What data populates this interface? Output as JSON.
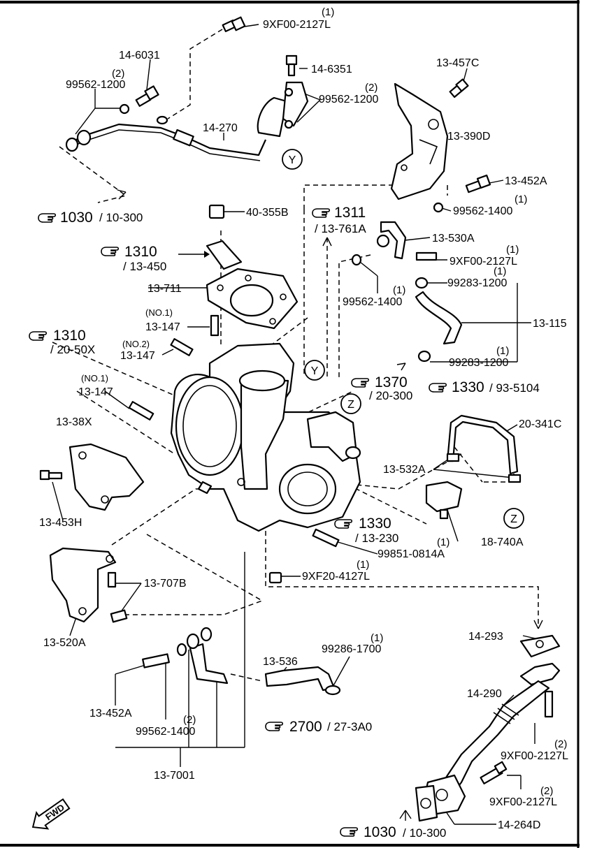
{
  "parts": {
    "p_9XF00_2127L_top": "9XF00-2127L",
    "p_9XF00_2127L_top_qty": "(1)",
    "p_14_6031": "14-6031",
    "p_99562_1200_left": "99562-1200",
    "p_99562_1200_left_qty": "(2)",
    "p_14_6351": "14-6351",
    "p_99562_1200_right": "99562-1200",
    "p_99562_1200_right_qty": "(2)",
    "p_14_270": "14-270",
    "p_13_457C": "13-457C",
    "p_13_390D": "13-390D",
    "p_13_452A_top": "13-452A",
    "p_99562_1400_top": "99562-1400",
    "p_99562_1400_top_qty": "(1)",
    "p_40_355B": "40-355B",
    "p_13_530A": "13-530A",
    "p_9XF00_2127L_mid": "9XF00-2127L",
    "p_9XF00_2127L_mid_qty": "(1)",
    "p_99283_1200_a": "99283-1200",
    "p_99283_1200_a_qty": "(1)",
    "p_99562_1400_mid": "99562-1400",
    "p_99562_1400_mid_qty": "(1)",
    "p_13_711": "13-711",
    "p_13_147_no1_a": "13-147",
    "p_13_147_no1_a_tag": "(NO.1)",
    "p_13_147_no2": "13-147",
    "p_13_147_no2_tag": "(NO.2)",
    "p_13_115": "13-115",
    "p_99283_1200_b": "99283-1200",
    "p_99283_1200_b_qty": "(1)",
    "p_13_147_no1_b": "13-147",
    "p_13_147_no1_b_tag": "(NO.1)",
    "p_13_38X": "13-38X",
    "p_20_341C": "20-341C",
    "p_13_532A": "13-532A",
    "p_13_453H": "13-453H",
    "p_18_740A": "18-740A",
    "p_99851_0814A": "99851-0814A",
    "p_99851_0814A_qty": "(1)",
    "p_9XF20_4127L": "9XF20-4127L",
    "p_9XF20_4127L_qty": "(1)",
    "p_13_707B": "13-707B",
    "p_13_520A": "13-520A",
    "p_14_293": "14-293",
    "p_13_536": "13-536",
    "p_99286_1700": "99286-1700",
    "p_99286_1700_qty": "(1)",
    "p_14_290": "14-290",
    "p_13_452A_bottom": "13-452A",
    "p_99562_1400_bottom": "99562-1400",
    "p_99562_1400_bottom_qty": "(2)",
    "p_9XF00_2127L_b1": "9XF00-2127L",
    "p_9XF00_2127L_b1_qty": "(2)",
    "p_13_7001": "13-7001",
    "p_9XF00_2127L_b2": "9XF00-2127L",
    "p_9XF00_2127L_b2_qty": "(2)",
    "p_14_264D": "14-264D"
  },
  "refs": {
    "r_1030_top": "1030",
    "r_1030_top_sub": "/ 10-300",
    "r_1311": "1311",
    "r_1311_sub": "/ 13-761A",
    "r_1310_a": "1310",
    "r_1310_a_sub": "/ 13-450",
    "r_1310_b": "1310",
    "r_1310_b_sub": "/ 20-50X",
    "r_1370": "1370",
    "r_1370_sub": "/ 20-300",
    "r_1330_a": "1330",
    "r_1330_a_sub": "/ 93-5104",
    "r_1330_b": "1330",
    "r_1330_b_sub": "/ 13-230",
    "r_2700": "2700",
    "r_2700_sub": "/ 27-3A0",
    "r_1030_bottom": "1030",
    "r_1030_bottom_sub": "/ 10-300"
  },
  "markers": {
    "y_top": "Y",
    "y_mid": "Y",
    "z_mid": "Z",
    "z_right": "Z"
  },
  "fwd": "FWD",
  "icons": {
    "reference": "pointing-hand-icon",
    "forward": "forward-arrow-icon"
  }
}
